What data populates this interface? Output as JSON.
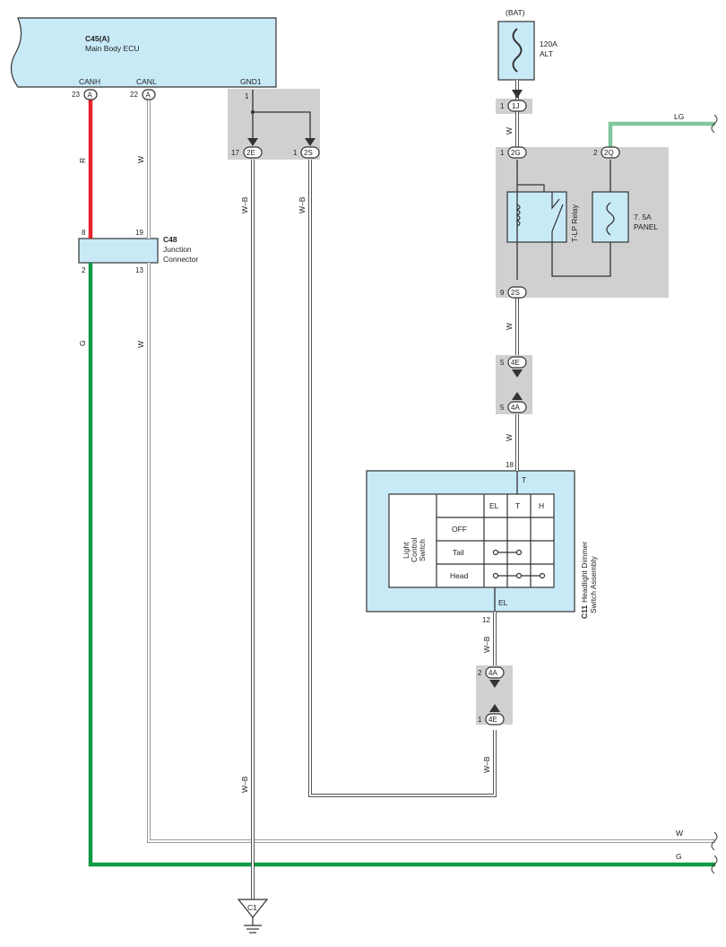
{
  "ecu": {
    "code": "C45(A)",
    "name": "Main Body ECU",
    "canh": "CANH",
    "canl": "CANL",
    "gnd1": "GND1",
    "pin_canh": "23",
    "pin_canl": "22",
    "pin_gnd": "1",
    "conn_letter": "A"
  },
  "junction": {
    "code": "C48",
    "line1": "Junction",
    "line2": "Connector",
    "pin_tl": "8",
    "pin_tr": "19",
    "pin_bl": "2",
    "pin_br": "13"
  },
  "ground_block": {
    "pin_left": "17",
    "conn_left": "2E",
    "pin_right": "1",
    "conn_right": "2S"
  },
  "battery": {
    "label": "(BAT)",
    "fuse_line1": "120A",
    "fuse_line2": "ALT"
  },
  "conn_1j": {
    "pin": "1",
    "name": "1J"
  },
  "relay_block": {
    "pin_2g": "1",
    "conn_2g": "2G",
    "pin_2q": "2",
    "conn_2q": "2Q",
    "relay_label": "T-LP Relay",
    "fuse_line1": "7. 5A",
    "fuse_line2": "PANEL",
    "pin_2s": "9",
    "conn_2s": "2S"
  },
  "conn_4e_top": {
    "pin": "5",
    "name": "4E"
  },
  "conn_4a_top": {
    "pin": "5",
    "name": "4A"
  },
  "switch": {
    "code": "C11",
    "name_line1": "Headlight Dimmer",
    "name_line2": "Switch Assembly",
    "pin_top": "18",
    "term_top": "T",
    "pin_bottom": "12",
    "term_bottom": "EL",
    "side_label_1": "Light",
    "side_label_2": "Control",
    "side_label_3": "Switch",
    "columns": [
      "EL",
      "T",
      "H"
    ],
    "rows": [
      "OFF",
      "Tail",
      "Head"
    ]
  },
  "conn_4a_bot": {
    "pin": "2",
    "name": "4A"
  },
  "conn_4e_bot": {
    "pin": "1",
    "name": "4E"
  },
  "ground": {
    "name": "C1"
  },
  "wires": {
    "r": "R",
    "w": "W",
    "g": "G",
    "wb": "W–B",
    "lg": "LG",
    "colors": {
      "red": "#e8232e",
      "green": "#0f9a46",
      "light_green": "#7fc79c",
      "white_wire": "#9a9a9a",
      "box_fill": "#c8eaf7",
      "gray_block": "#cfcfd0"
    }
  }
}
